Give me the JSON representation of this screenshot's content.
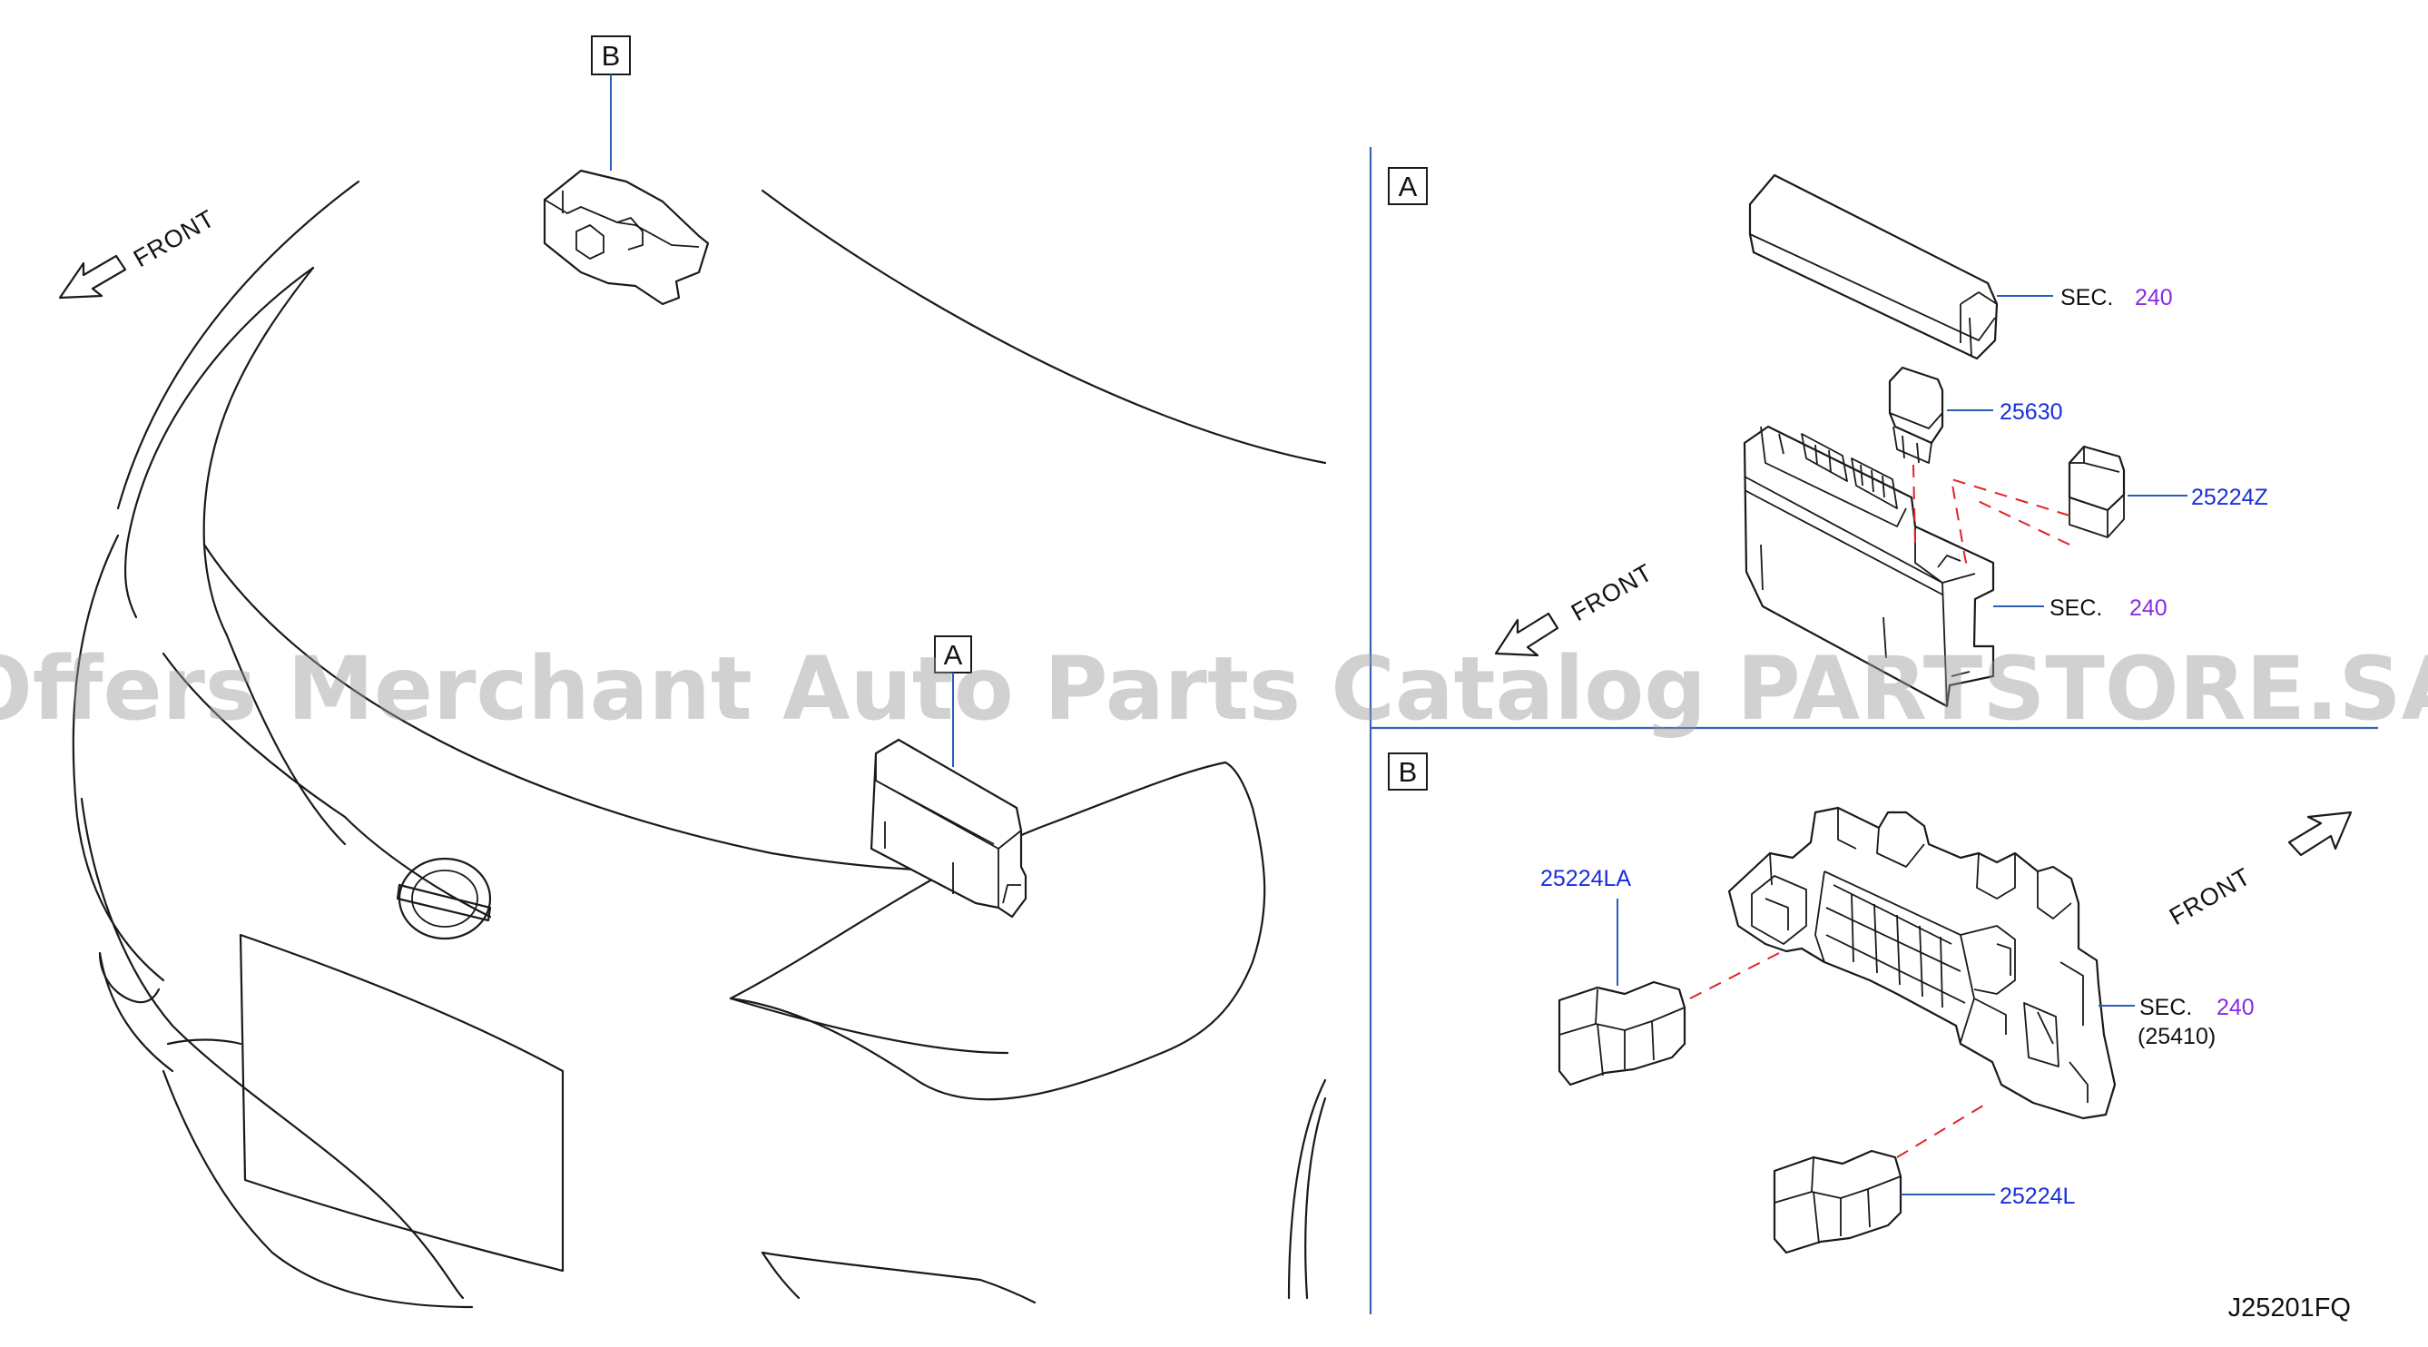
{
  "callouts": {
    "a": "A",
    "b": "B"
  },
  "front_label": "FRONT",
  "sec_prefix": "SEC.",
  "sec_number": "240",
  "sub_ref": "(25410)",
  "parts": {
    "p25630": "25630",
    "p25224z": "25224Z",
    "p25224la": "25224LA",
    "p25224l": "25224L"
  },
  "diagram_code": "J25201FQ",
  "watermark": "Offers Merchant Auto Parts Catalog PARTSTORE.SA",
  "colors": {
    "part_number": "#1a2fd8",
    "section_number": "#8a2be2",
    "divider": "#3a62b0",
    "dashed_guide": "#e0242b"
  }
}
